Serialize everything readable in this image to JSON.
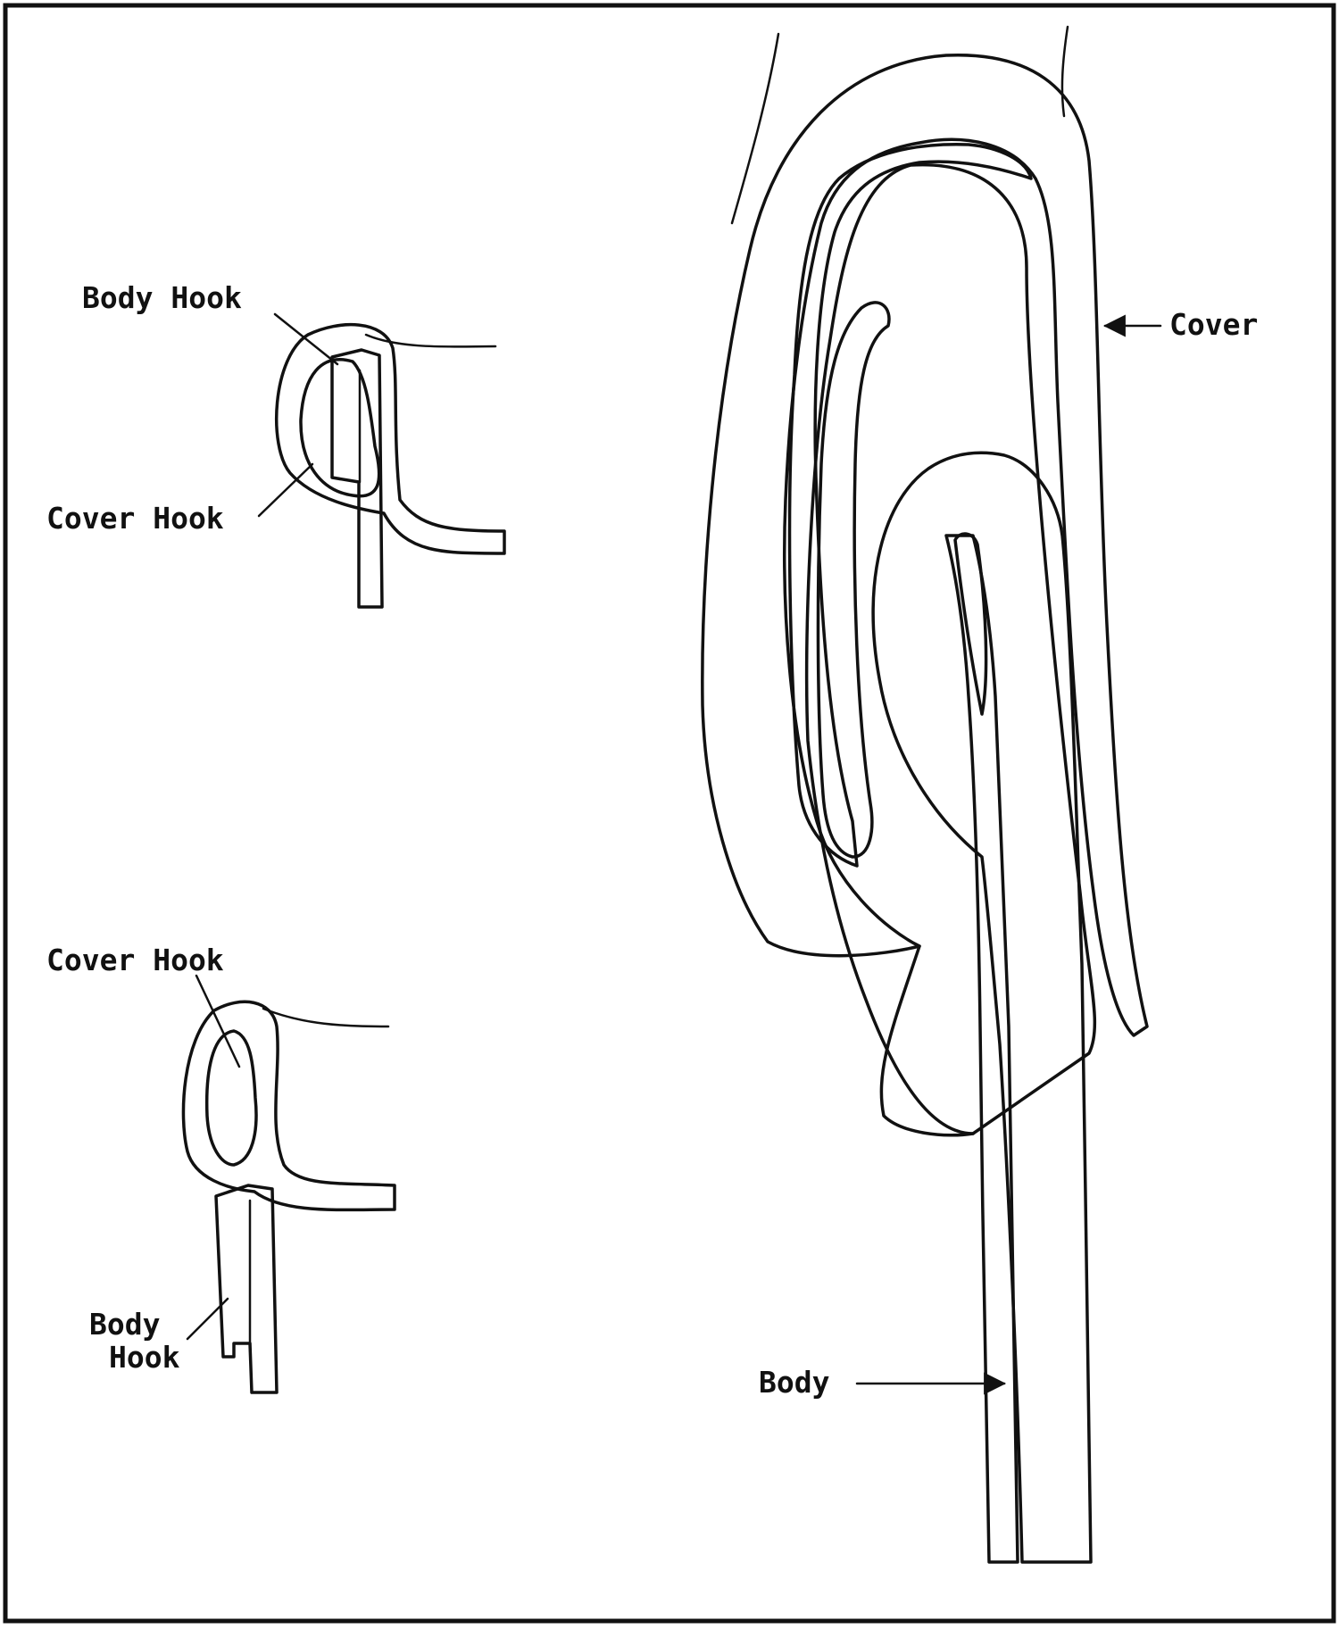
{
  "labels": {
    "top_body_hook": "Body Hook",
    "top_cover_hook": "Cover Hook",
    "bottom_cover_hook": "Cover Hook",
    "bottom_body_hook_line1": "Body",
    "bottom_body_hook_line2": "Hook",
    "cover": "Cover",
    "body": "Body"
  },
  "colors": {
    "ink": "#111111",
    "paper": "#ffffff"
  }
}
